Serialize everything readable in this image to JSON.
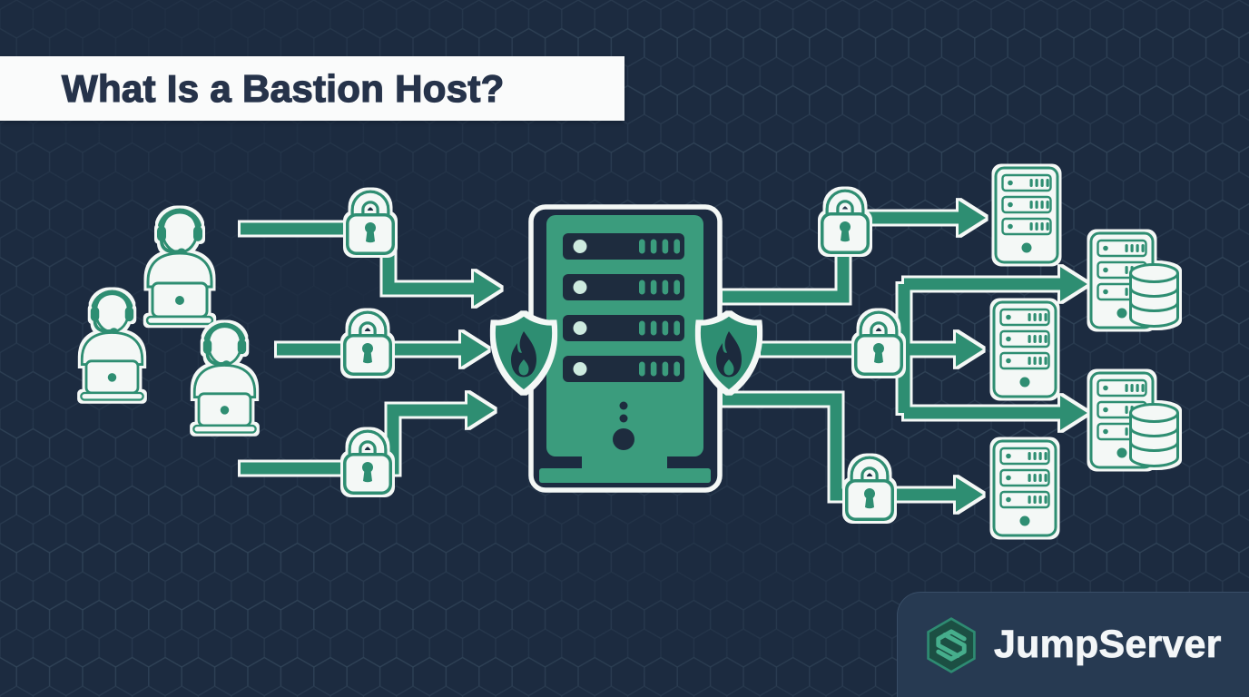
{
  "title": {
    "text": "What Is a Bastion Host?"
  },
  "brand": {
    "name": "JumpServer"
  },
  "colors": {
    "background": "#1c2b40",
    "hexline": "#33475c",
    "teal": "#2f8e72",
    "teal_bright": "#3b9c7d",
    "mint": "#cdeadf",
    "white": "#f4f8f6",
    "navy": "#1e2c3e",
    "banner_bg": "#fafbfb",
    "title_color": "#26334a",
    "panel_bg": "#273a52",
    "brand_text": "#f3f6f8",
    "logo_fill": "#1c4f43",
    "logo_stroke": "#2e8b72",
    "logo_s": "#46ae8c"
  },
  "diagram": {
    "icons": {
      "users": [
        "operator-headset-laptop",
        "operator-headset-laptop",
        "operator-headset-laptop"
      ],
      "encrypted_links": [
        "padlock-arrow",
        "padlock-arrow",
        "padlock-arrow",
        "padlock-arrow",
        "padlock-arrow",
        "padlock-arrow"
      ],
      "bastion_host": "rack-server-tower",
      "firewalls": [
        "shield-flame",
        "shield-flame"
      ],
      "targets": [
        "server",
        "server-with-database",
        "server",
        "server-with-database",
        "server"
      ]
    }
  }
}
